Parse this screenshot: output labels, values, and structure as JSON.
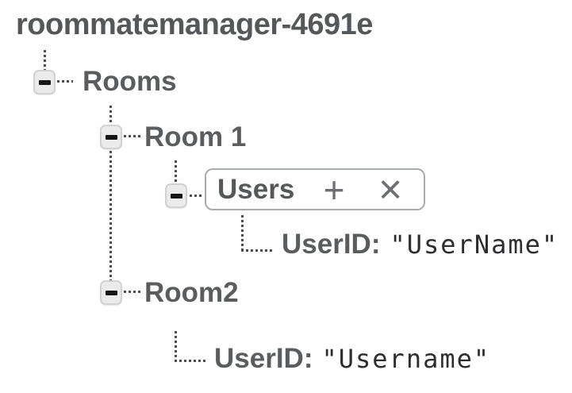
{
  "database_tree": {
    "root_label": "roommatemanager-4691e",
    "nodes": {
      "rooms": {
        "label": "Rooms"
      },
      "room1": {
        "label": "Room 1"
      },
      "users": {
        "label": "Users"
      },
      "room1_user": {
        "key": "UserID:",
        "value": "\"UserName\""
      },
      "room2": {
        "label": "Room2"
      },
      "room2_user": {
        "key": "UserID:",
        "value": "\"Username\""
      }
    },
    "selected_node_actions": {
      "add_glyph": "+",
      "delete_glyph": "×"
    }
  },
  "colors": {
    "label_text": "#5a5d60",
    "value_text": "#2b2d30",
    "selected_box_border": "#a7acb1",
    "connector_dots": "#4d4d4d",
    "toggle_fill": "#ebebeb"
  }
}
